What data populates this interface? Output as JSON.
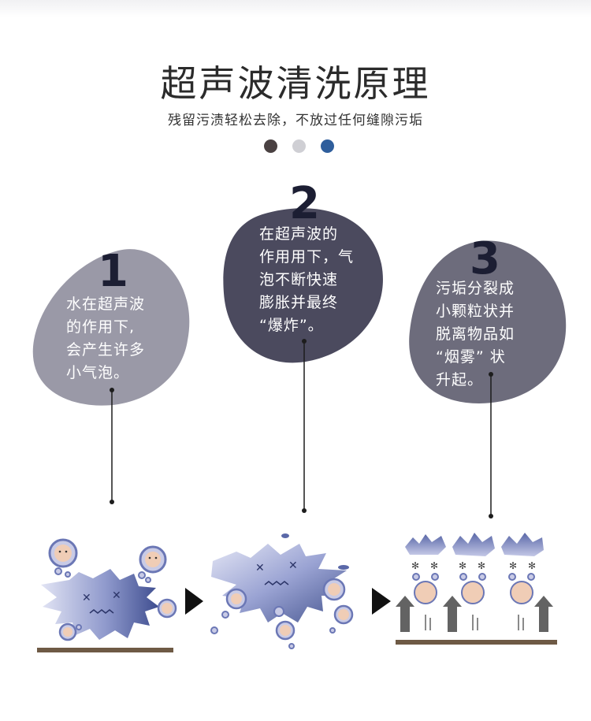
{
  "header": {
    "title": "超声波清洗原理",
    "subtitle": "残留污渍轻松去除，不放过任何缝隙污垢"
  },
  "pager_dots": [
    {
      "color": "#4a4142"
    },
    {
      "color": "#cfcfd4"
    },
    {
      "color": "#2f5e9c"
    }
  ],
  "steps": [
    {
      "number": "1",
      "text": "水在超声波\n的作用下,\n会产生许多\n小气泡。",
      "color": "#9a99a7"
    },
    {
      "number": "2",
      "text": "在超声波的\n作用用下，气\n泡不断快速\n膨胀并最终\n“爆炸”。",
      "color": "#4b4a5e"
    },
    {
      "number": "3",
      "text": "污垢分裂成\n小颗粒状并\n脱离物品如\n“烟雾” 状\n升起。",
      "color": "#6d6c7c"
    }
  ],
  "colors": {
    "splash": "#3f4f8f",
    "bubble_fill": "#c9cbe6",
    "bubble_stroke": "#6b77b5",
    "face": "#f0cdb6",
    "ground": "#6e5a45",
    "arrow": "#636363",
    "triangle": "#111111"
  }
}
